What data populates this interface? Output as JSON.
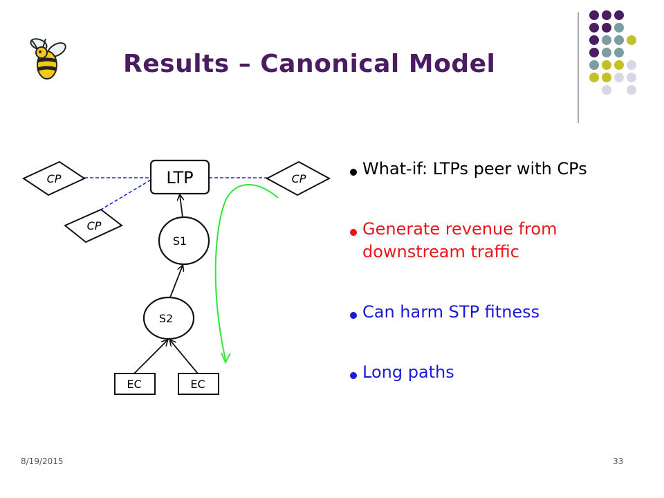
{
  "slide": {
    "title": "Results – Canonical Model",
    "date": "8/19/2015",
    "page_number": "33"
  },
  "diagram": {
    "nodes": {
      "ltp": "LTP",
      "cp_left": "CP",
      "cp_right": "CP",
      "cp_lower": "CP",
      "s1": "S1",
      "s2": "S2",
      "ec_left": "EC",
      "ec_right": "EC"
    }
  },
  "bullets": [
    {
      "text": "What-if: LTPs peer with CPs",
      "color": "#000000"
    },
    {
      "text": "Generate revenue from downstream traffic",
      "color": "#e8161b"
    },
    {
      "text": "Can harm STP fitness",
      "color": "#1a1ad6"
    },
    {
      "text": "Long paths",
      "color": "#1a1ad6"
    }
  ],
  "colors": {
    "title": "#4a1c62",
    "dot_purple": "#4a1c62",
    "dot_teal": "#7a9e9f",
    "dot_olive": "#c2c227",
    "dot_lavender": "#d9d6e6",
    "peer_link": "#1b2bc9",
    "curve_arrow": "#2ee83a"
  }
}
